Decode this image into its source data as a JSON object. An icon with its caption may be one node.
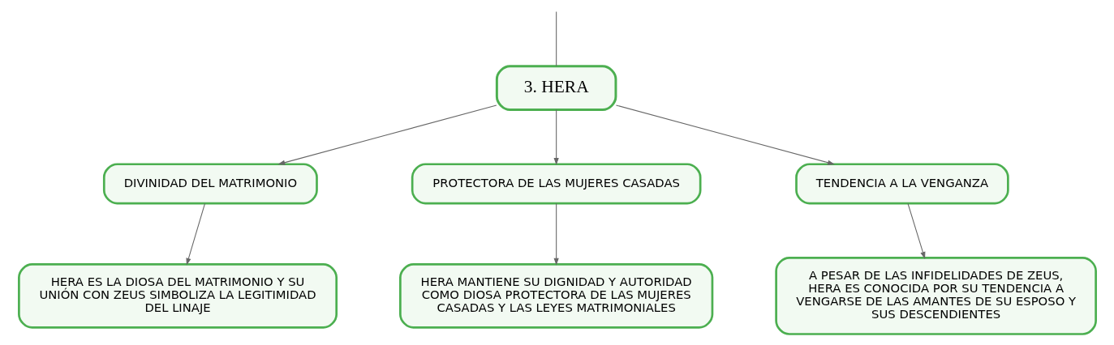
{
  "diagram": {
    "nodes": [
      {
        "text": [
          "3. HERA"
        ]
      },
      {
        "text": [
          "DIVINIDAD DEL MATRIMONIO"
        ]
      },
      {
        "text": [
          "PROTECTORA DE LAS MUJERES CASADAS"
        ]
      },
      {
        "text": [
          "TENDENCIA A LA VENGANZA"
        ]
      },
      {
        "text": [
          "HERA ES LA DIOSA DEL MATRIMONIO Y SU UNIÓN CON ZEUS SIMBOLIZA LA LEGITIMIDAD DEL LINAJE"
        ]
      },
      {
        "text": [
          "HERA MANTIENE SU DIGNIDAD Y AUTORIDAD COMO DIOSA PROTECTORA DE LAS MUJERES CASADAS Y LAS LEYES MATRIMONIALES"
        ]
      },
      {
        "text": [
          "A PESAR DE LAS INFIDELIDADES DE ZEUS, HERA ES CONOCIDA POR SU TENDENCIA A VENGARSE DE LAS AMANTES DE SU ESPOSO Y SUS DESCENDIENTES"
        ]
      }
    ],
    "edges": [
      {
        "from": null,
        "to": 0,
        "arrow": "none"
      },
      {
        "from": 0,
        "to": 1,
        "arrow": "to"
      },
      {
        "from": 0,
        "to": 2,
        "arrow": "to"
      },
      {
        "from": 0,
        "to": 3,
        "arrow": "to"
      },
      {
        "from": 1,
        "to": 4,
        "arrow": "to"
      },
      {
        "from": 2,
        "to": 5,
        "arrow": "to"
      },
      {
        "from": 3,
        "to": 6,
        "arrow": "to"
      }
    ]
  }
}
